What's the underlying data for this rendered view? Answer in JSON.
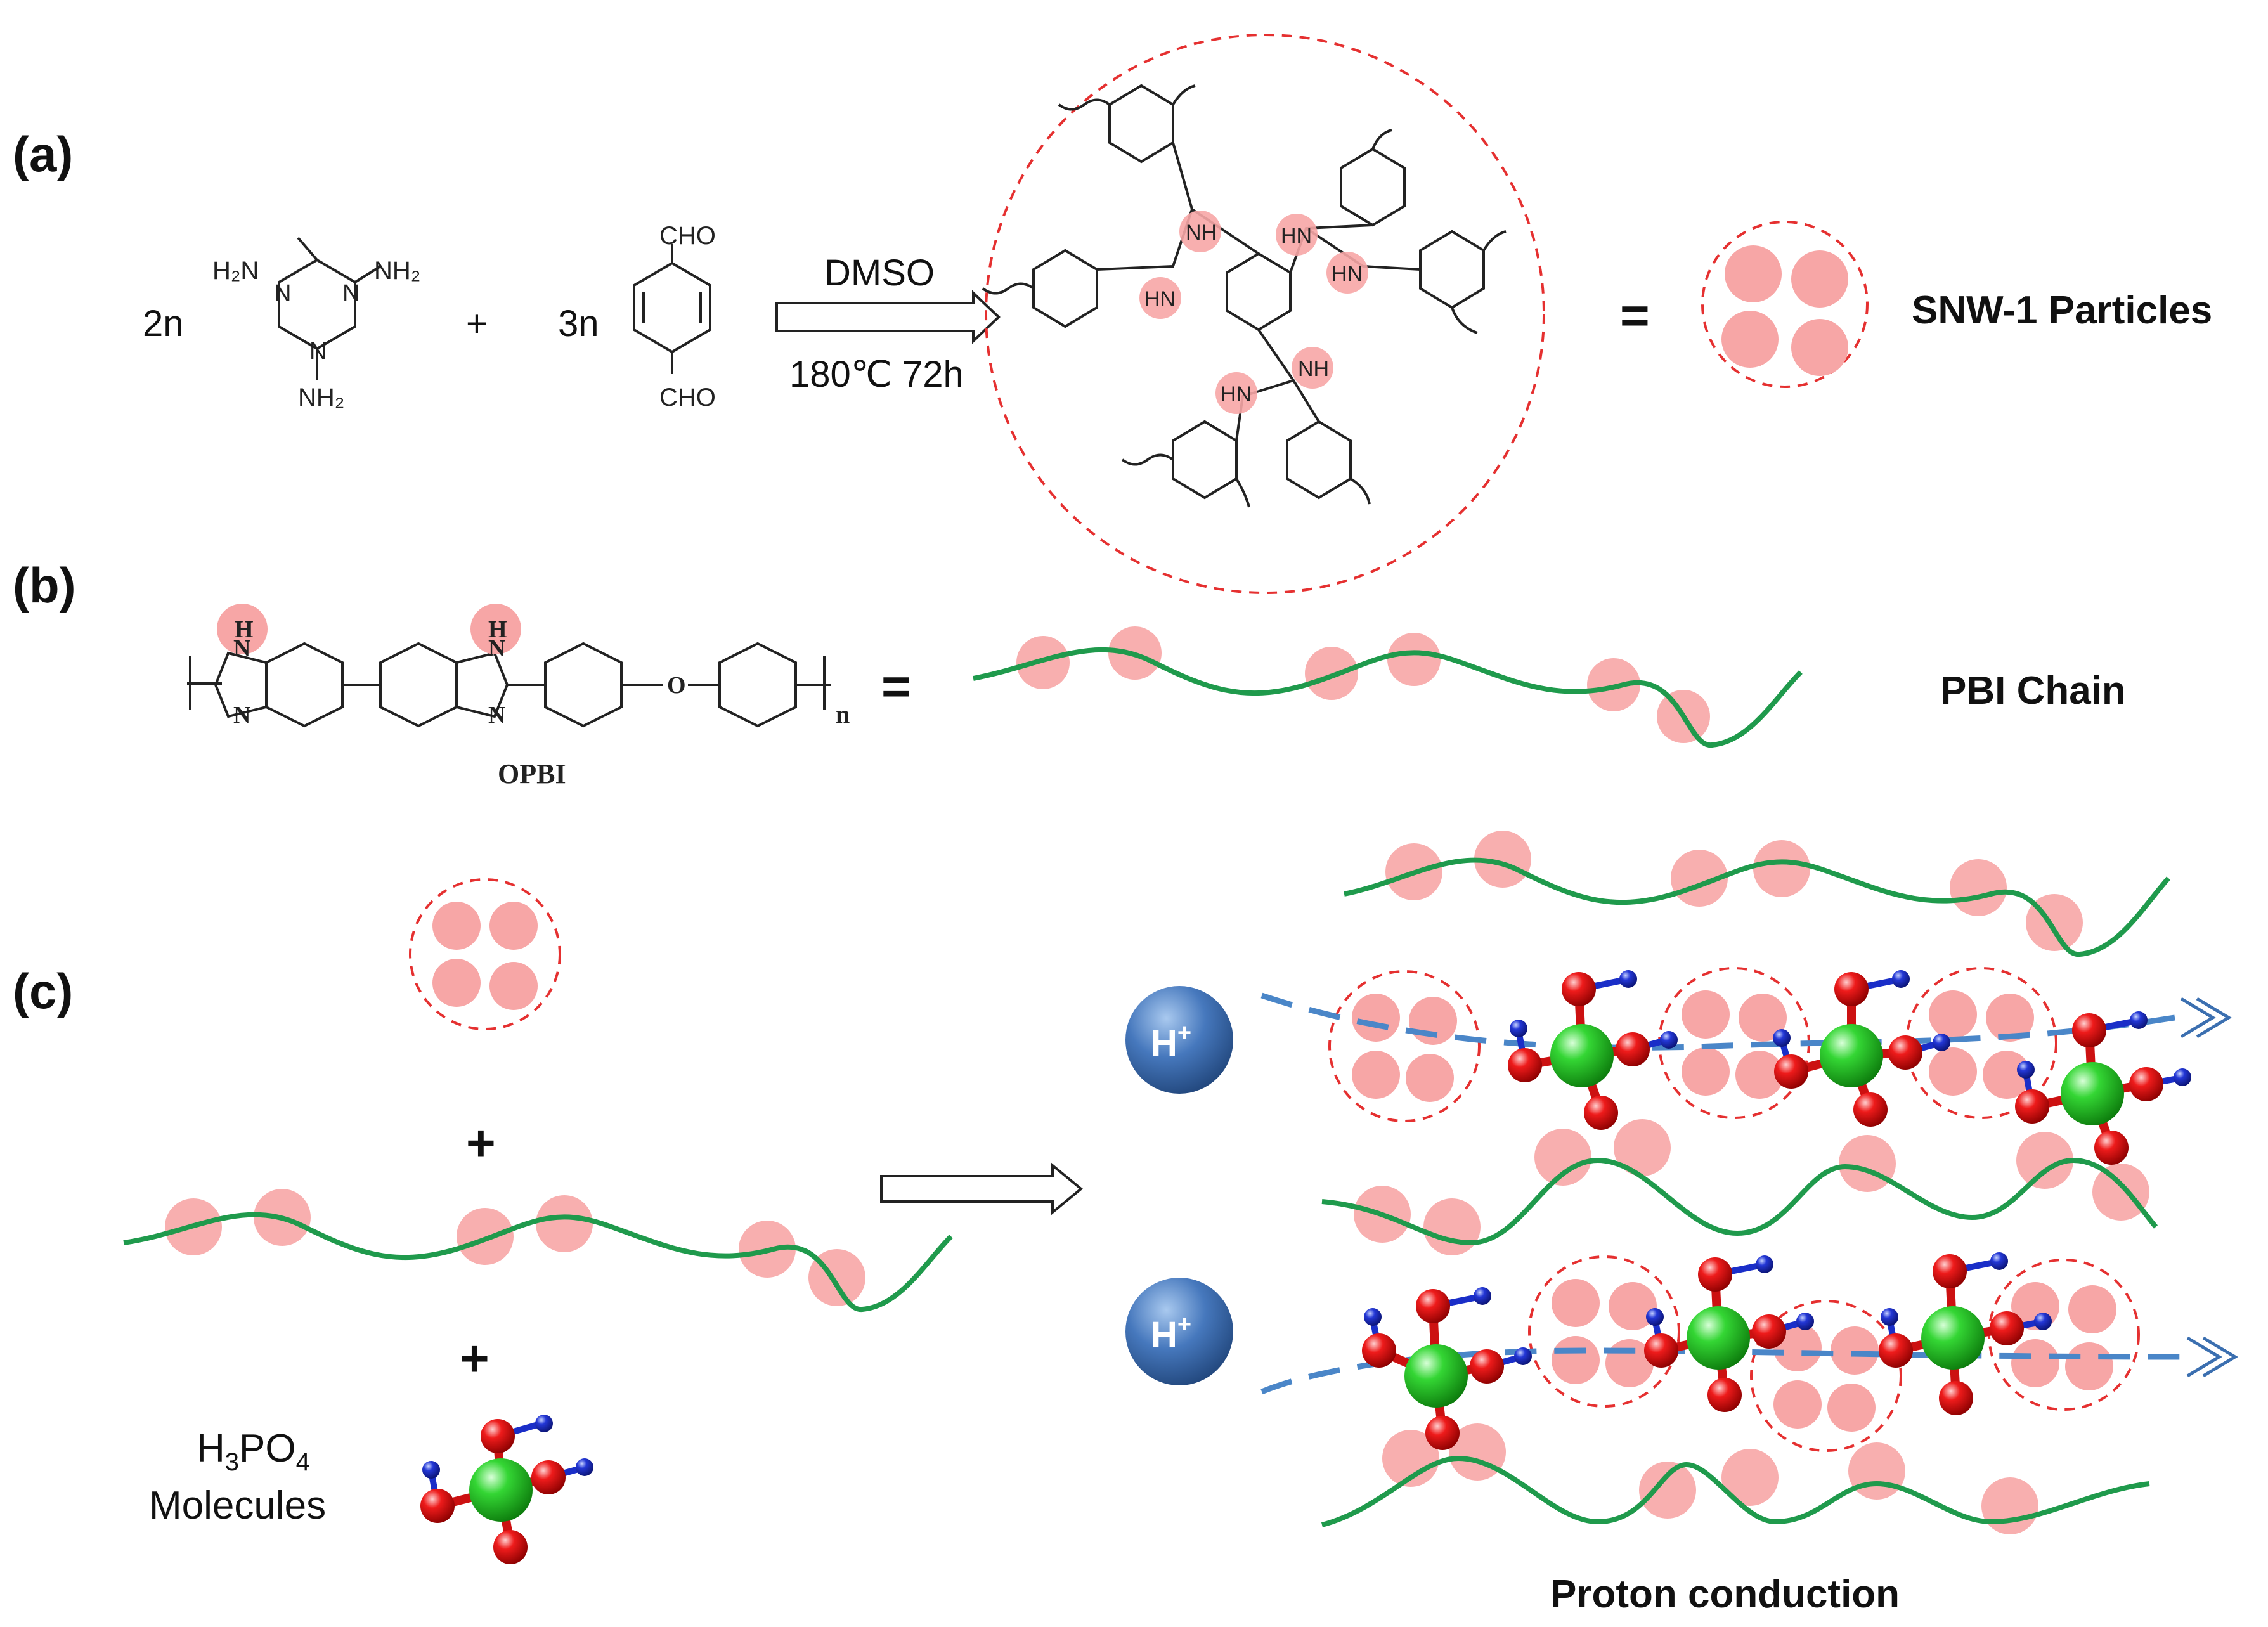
{
  "panel_a": {
    "label": "(a)",
    "coef_melamine": "2n",
    "plus": "+",
    "coef_aldehyde": "3n",
    "melamine_nh2": [
      "H₂N",
      "NH₂",
      "NH₂"
    ],
    "ring_n": "N",
    "cho": [
      "CHO",
      "CHO"
    ],
    "solvent": "DMSO",
    "conditions": "180℃  72h",
    "network_hn": [
      "NH",
      "HN",
      "HN",
      "HN",
      "NH",
      "HN"
    ],
    "equals": "=",
    "product_label": "SNW-1 Particles"
  },
  "panel_b": {
    "label": "(b)",
    "nh": [
      "H",
      "H"
    ],
    "ring_n": "N",
    "oxygen": "O",
    "subscript_n": "n",
    "polymer_name": "OPBI",
    "equals": "=",
    "chain_label": "PBI Chain"
  },
  "panel_c": {
    "label": "(c)",
    "plus": "+",
    "h3po4_line1_h": "H",
    "h3po4_line1_sub3": "3",
    "h3po4_line1_po": "PO",
    "h3po4_line1_sub4": "4",
    "h3po4_line2": "Molecules",
    "proton": "H",
    "proton_sup": "+",
    "result_label": "Proton conduction"
  },
  "colors": {
    "pink_dot": "#f7a6a6",
    "chain_green": "#1f9a4c",
    "dashed_red": "#e53030",
    "arrow_blue": "#4a86c8",
    "phosphorus_green": "#2fcf2f",
    "oxygen_red": "#e00d0d",
    "hydrogen_blue": "#1a2ec8",
    "proton_blue": "#3d72b4"
  }
}
